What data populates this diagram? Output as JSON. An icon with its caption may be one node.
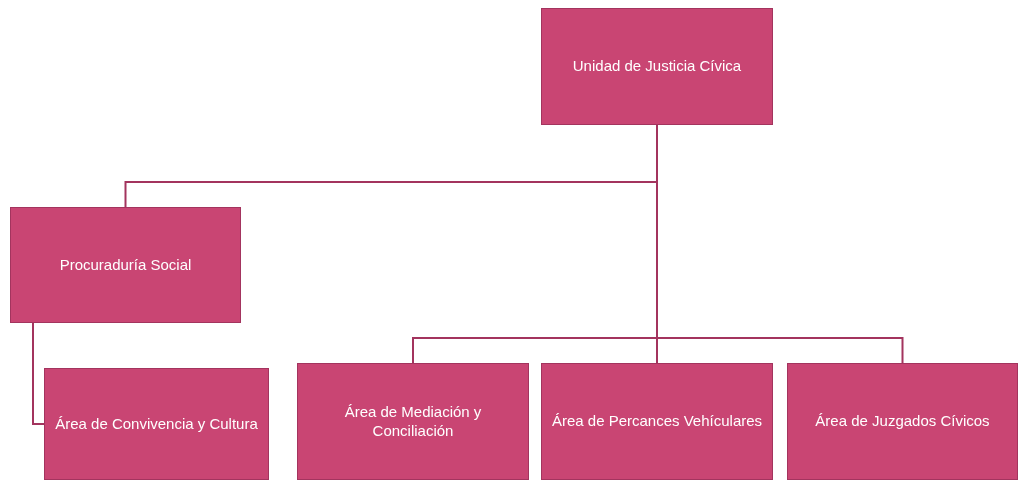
{
  "diagram": {
    "nodes": [
      {
        "text": [
          "Unidad de Justicia Cívica"
        ]
      },
      {
        "text": [
          "Procuraduría Social"
        ]
      },
      {
        "text": [
          "Área de Convivencia y Cultura"
        ]
      },
      {
        "text": [
          "Área de Mediación y Conciliación"
        ]
      },
      {
        "text": [
          "Área de Percances Vehículares"
        ]
      },
      {
        "text": [
          "Área de Juzgados Cívicos"
        ]
      }
    ],
    "edges": [
      {
        "from": 0,
        "to": 1,
        "arrow": "none"
      },
      {
        "from": 1,
        "to": 2,
        "arrow": "none"
      },
      {
        "from": 0,
        "to": 3,
        "arrow": "none"
      },
      {
        "from": 0,
        "to": 4,
        "arrow": "none"
      },
      {
        "from": 0,
        "to": 5,
        "arrow": "none"
      }
    ]
  }
}
